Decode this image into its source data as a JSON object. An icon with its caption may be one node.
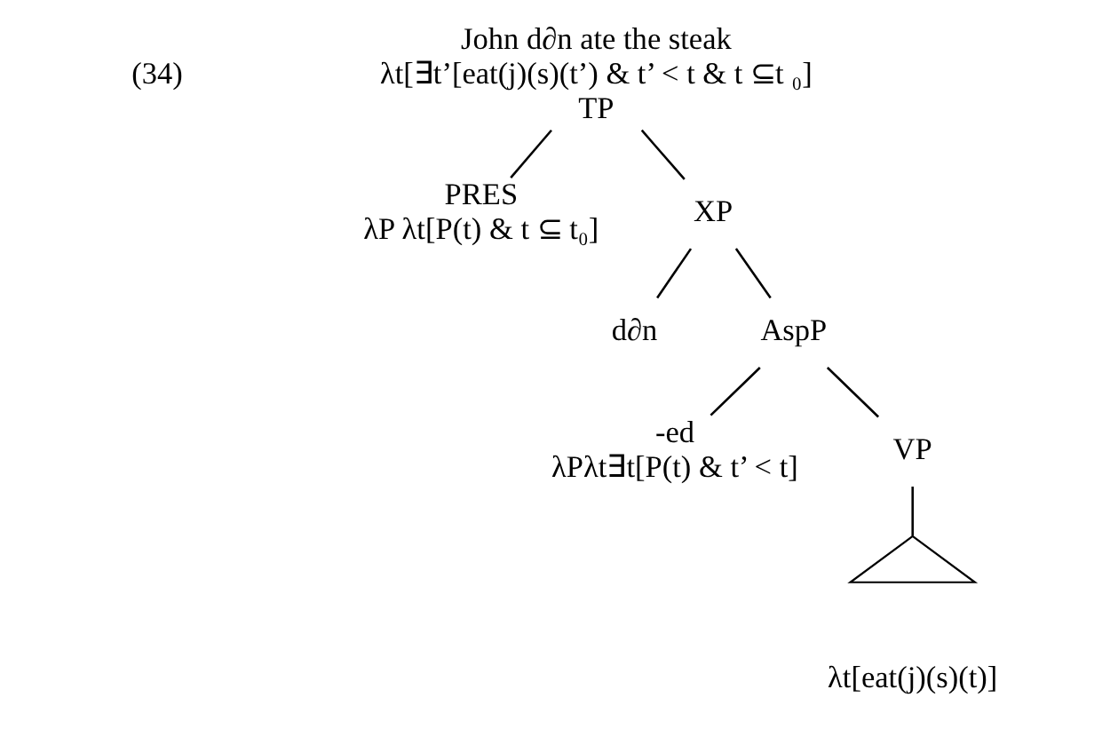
{
  "diagram": {
    "nodes": [
      {
        "text": [
          "John d∂n ate the steak",
          "λt[∃t’[eat(j)(s)(t’) & t’ < t & t ⊆t ₀]",
          "TP"
        ]
      },
      {
        "text": [
          "PRES",
          "λP λt[P(t) & t ⊆ t₀]"
        ]
      },
      {
        "text": [
          "XP"
        ]
      },
      {
        "text": [
          "d∂n"
        ]
      },
      {
        "text": [
          "AspP"
        ]
      },
      {
        "text": [
          "-ed",
          "λPλt∃t[P(t) & t’ < t]"
        ]
      },
      {
        "text": [
          "VP"
        ]
      },
      {
        "text": [],
        "shape": "triangle",
        "beside": [
          "λt[eat(j)(s)(t)]"
        ]
      }
    ],
    "edges": [
      {
        "from": 0,
        "to": 1,
        "arrow": "none"
      },
      {
        "from": 0,
        "to": 2,
        "arrow": "none"
      },
      {
        "from": 2,
        "to": 3,
        "arrow": "none"
      },
      {
        "from": 2,
        "to": 4,
        "arrow": "none"
      },
      {
        "from": 4,
        "to": 5,
        "arrow": "none"
      },
      {
        "from": 4,
        "to": 6,
        "arrow": "none"
      },
      {
        "from": 6,
        "to": 7,
        "arrow": "none"
      }
    ],
    "labels": [
      "(34)"
    ]
  }
}
